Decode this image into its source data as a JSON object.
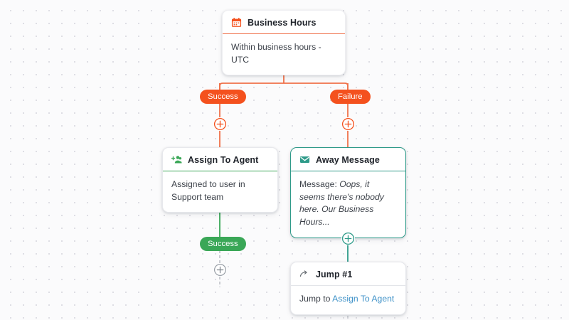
{
  "canvas": {
    "background_color": "#fbfbfc",
    "dot_color": "#dcdce2"
  },
  "colors": {
    "orange": "#f4511e",
    "orange_line": "#f0714a",
    "green": "#3aa757",
    "teal": "#2e9a89",
    "link_blue": "#3f92c8",
    "gray_dash": "#b9bcc4",
    "pink_top": "#e0318a"
  },
  "nodes": [
    {
      "id": "business-hours",
      "title": "Business Hours",
      "icon": "calendar-icon",
      "body": "Within business hours - UTC",
      "accent": "#f0714a"
    },
    {
      "id": "assign-to-agent",
      "title": "Assign To Agent",
      "icon": "add-people-icon",
      "body": "Assigned to user in Support team",
      "accent": "#3aa757"
    },
    {
      "id": "away-message",
      "title": "Away Message",
      "icon": "envelope-icon",
      "body_label": "Message:",
      "body_italic": "Oops, it seems there's nobody here. Our Business Hours...",
      "accent": "#2e9a89"
    },
    {
      "id": "jump-1",
      "title": "Jump #1",
      "icon": "jump-arrow-icon",
      "body_prefix": "Jump to",
      "body_link": "Assign To Agent",
      "accent": "#e3e5e9"
    }
  ],
  "badges": [
    {
      "id": "success-top",
      "label": "Success",
      "color": "#f4511e"
    },
    {
      "id": "failure-top",
      "label": "Failure",
      "color": "#f4511e"
    },
    {
      "id": "success-agent",
      "label": "Success",
      "color": "#3aa757"
    }
  ],
  "add_buttons": [
    {
      "id": "add-after-success",
      "label": "+",
      "color": "#f4511e"
    },
    {
      "id": "add-after-failure",
      "label": "+",
      "color": "#f4511e"
    },
    {
      "id": "add-after-away",
      "label": "+",
      "color": "#2e9a89"
    },
    {
      "id": "add-after-success-agent",
      "label": "+",
      "color": "#9aa0a8"
    }
  ]
}
